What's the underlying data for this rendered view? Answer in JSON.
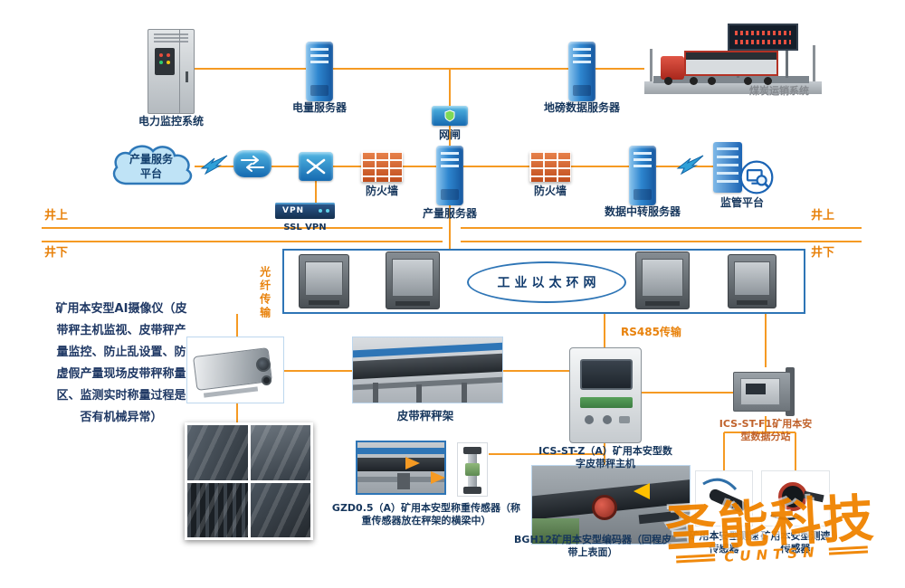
{
  "colors": {
    "connector": "#F59A23",
    "label_navy": "#16365C",
    "accent_orange": "#E8820C",
    "device_blue": "#1B64B4",
    "box_border_blue": "#2E75B6",
    "watermark_orange": "#F08300"
  },
  "top_row": {
    "power_monitor_label": "电力监控系统",
    "power_server_label": "电量服务器",
    "gateway_label": "网闸",
    "weighbridge_server_label": "地磅数据服务器",
    "coal_sales_label": "煤炭运销系统"
  },
  "platform_row": {
    "cloud_label": "产量服务平台",
    "firewall_left_label": "防火墙",
    "production_server_label": "产量服务器",
    "firewall_right_label": "防火墙",
    "relay_server_label": "数据中转服务器",
    "supervision_label": "监管平台",
    "vpn_device_label": "VPN",
    "ssl_vpn_label": "SSL VPN"
  },
  "divider": {
    "left_above": "井上",
    "left_below": "井下",
    "right_above": "井上",
    "right_below": "井下"
  },
  "underground": {
    "ring_label": "工业以太环网",
    "fiber_label": "光纤传输",
    "rs485_label": "RS485传输",
    "ai_camera_note": "矿用本安型AI摄像仪（皮带秤主机监视、皮带秤产量监控、防止乱设置、防虚假产量现场皮带秤称量区、监测实时称量过程是否有机械异常）",
    "belt_frame_label": "皮带秤秤架",
    "host_label": "ICS-ST-Z（A）矿用本安型数字皮带秤主机",
    "substation_label": "ICS-ST-F1矿用本安型数据分站",
    "load_cell_label": "GZD0.5（A）矿用本安型称重传感器（称重传感器放在秤架的横梁中）",
    "encoder_label": "BGH12矿用本安型编码器（回程皮带上表面）",
    "speed_sensor_left_label": "矿用本安型测速传感器",
    "speed_sensor_right_label": "矿用本安型测速传感器"
  },
  "watermark": {
    "brand": "圣能科技",
    "sub": "CUNTSN"
  }
}
